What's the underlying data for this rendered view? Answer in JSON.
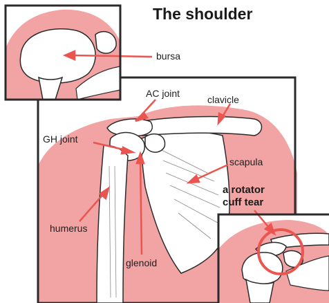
{
  "title": "The shoulder",
  "labels": {
    "bursa": "bursa",
    "ac_joint": "AC joint",
    "clavicle": "clavicle",
    "gh_joint": "GH joint",
    "scapula": "scapula",
    "humerus": "humerus",
    "glenoid": "glenoid",
    "tear_line1": "a rotator",
    "tear_line2": "cuff tear"
  },
  "colors": {
    "tissue_pink": "#f2a3a3",
    "arrow_red": "#ea5550",
    "outline": "#2a2a2a",
    "background": "#ffffff"
  }
}
